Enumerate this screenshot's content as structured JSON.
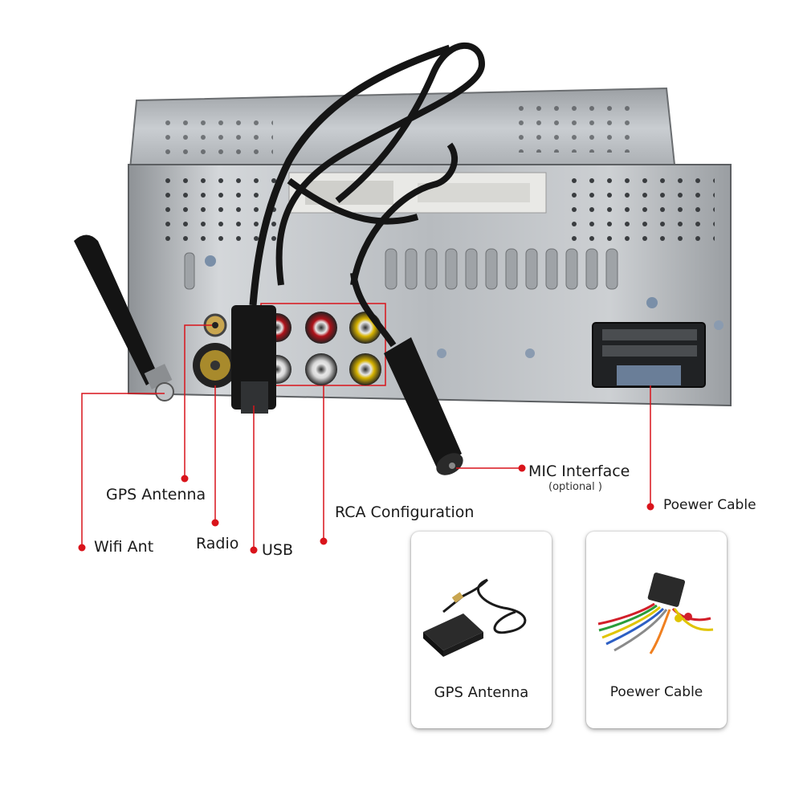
{
  "labels": {
    "gps_antenna": "GPS Antenna",
    "wifi_ant": "Wifi Ant",
    "radio": "Radio",
    "usb": "USB",
    "rca_configuration": "RCA Configuration",
    "mic_interface": "MIC Interface",
    "mic_optional": "(optional )",
    "power_cable": "Poewer Cable"
  },
  "cards": {
    "gps_title": "GPS Antenna",
    "power_title": "Poewer Cable"
  },
  "colors": {
    "callout_red": "#d9141b",
    "metal": "#b8bcc0",
    "cable": "#151515"
  }
}
